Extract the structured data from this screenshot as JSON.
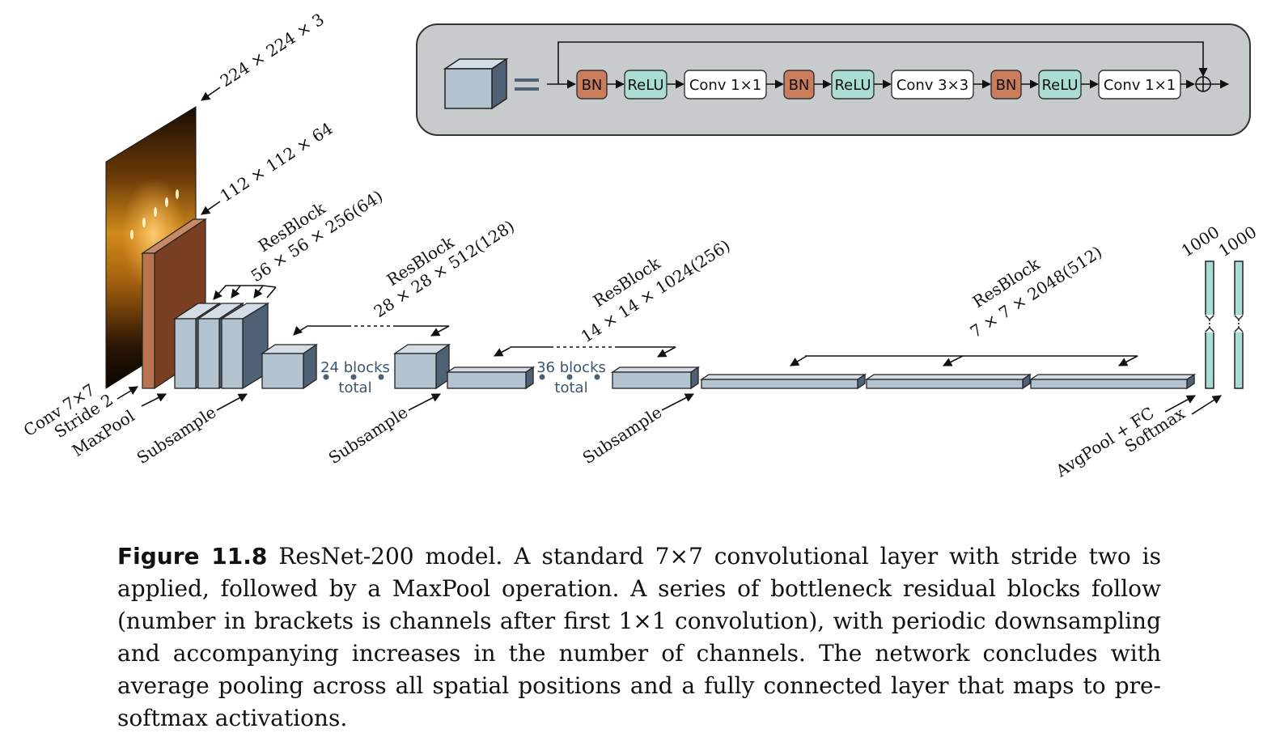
{
  "block": {
    "ops": [
      {
        "label": "BN",
        "kind": "bn"
      },
      {
        "label": "ReLU",
        "kind": "relu"
      },
      {
        "label": "Conv 1×1",
        "kind": "conv"
      },
      {
        "label": "BN",
        "kind": "bn"
      },
      {
        "label": "ReLU",
        "kind": "relu"
      },
      {
        "label": "Conv 3×3",
        "kind": "conv"
      },
      {
        "label": "BN",
        "kind": "bn"
      },
      {
        "label": "ReLU",
        "kind": "relu"
      },
      {
        "label": "Conv 1×1",
        "kind": "conv"
      }
    ],
    "equals": "="
  },
  "labels": {
    "input_size": "224 × 224 × 3",
    "conv_size": "112 × 112 × 64",
    "conv_line1": "Conv 7×7",
    "conv_line2": "Stride 2",
    "maxpool": "MaxPool",
    "subsample": "Subsample",
    "resblock": "ResBlock",
    "res1_size": "56 × 56 × 256(64)",
    "res2_size": "28 × 28 × 512(128)",
    "res3_size": "14 × 14 × 1024(256)",
    "res4_size": "7 × 7 × 2048(512)",
    "blocks24_a": "24 blocks",
    "blocks36_a": "36 blocks",
    "blocks_b": "total",
    "fc_size": "1000",
    "softmax_size": "1000",
    "avgpool": "AvgPool + FC",
    "softmax": "Softmax"
  },
  "colors": {
    "cube_front": "#b3c2cf",
    "cube_top": "#d4dde6",
    "cube_side": "#4f6275",
    "conv_front": "#b8744f",
    "conv_side": "#7a3f22",
    "bn": "#c97d5d",
    "relu": "#a9dcd2",
    "panel": "#c8cbcc",
    "vector": "#a9dcd2",
    "dots": "#4f6275"
  },
  "caption": {
    "figure": "Figure 11.8",
    "text": " ResNet-200 model. A standard 7×7 convolutional layer with stride two is applied, followed by a MaxPool operation. A series of bottleneck residual blocks follow (number in brackets is channels after first 1×1 convolution), with periodic downsampling and accompanying increases in the number of channels. The network concludes with average pooling across all spatial positions and a fully connected layer that maps to pre-softmax activations."
  }
}
